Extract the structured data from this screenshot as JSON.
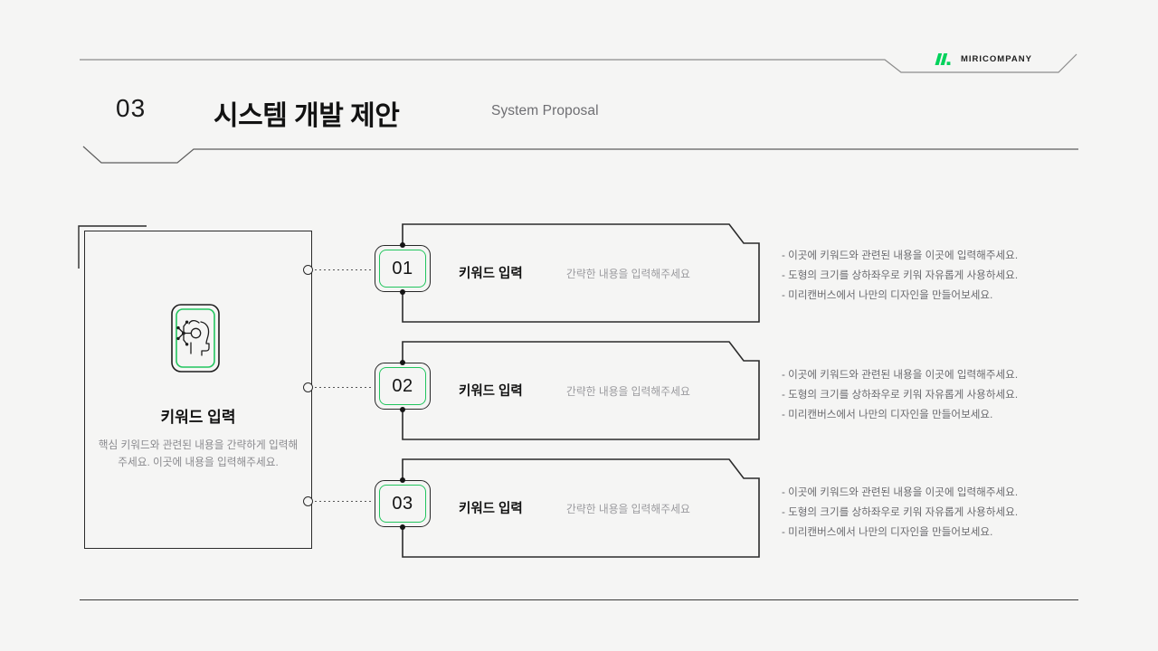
{
  "brand": {
    "name": "MIRICOMPANY",
    "logo_icon": "miri-logo-icon",
    "logo_color": "#00d25b"
  },
  "header": {
    "number": "03",
    "title": "시스템 개발 제안",
    "subtitle": "System Proposal"
  },
  "left_card": {
    "icon": "ai-head-icon",
    "icon_accent_color": "#22c55e",
    "title": "키워드 입력",
    "description": "핵심 키워드와 관련된 내용을 간략하게 입력해주세요. 이곳에 내용을 입력해주세요."
  },
  "rows": [
    {
      "number": "01",
      "title": "키워드 입력",
      "subtitle": "간략한 내용을 입력해주세요",
      "notes": [
        "- 이곳에 키워드와 관련된 내용을 이곳에 입력해주세요.",
        "- 도형의 크기를 상하좌우로 키워 자유롭게 사용하세요.",
        "- 미리캔버스에서 나만의 디자인을 만들어보세요."
      ]
    },
    {
      "number": "02",
      "title": "키워드 입력",
      "subtitle": "간략한 내용을 입력해주세요",
      "notes": [
        "- 이곳에 키워드와 관련된 내용을 이곳에 입력해주세요.",
        "- 도형의 크기를 상하좌우로 키워 자유롭게 사용하세요.",
        "- 미리캔버스에서 나만의 디자인을 만들어보세요."
      ]
    },
    {
      "number": "03",
      "title": "키워드 입력",
      "subtitle": "간략한 내용을 입력해주세요",
      "notes": [
        "- 이곳에 키워드와 관련된 내용을 이곳에 입력해주세요.",
        "- 도형의 크기를 상하좌우로 키워 자유롭게 사용하세요.",
        "- 미리캔버스에서 나만의 디자인을 만들어보세요."
      ]
    }
  ],
  "theme": {
    "background": "#f5f5f4",
    "line": "#2b2b2b",
    "accent": "#22c55e",
    "muted_text": "#8a8a8e"
  }
}
